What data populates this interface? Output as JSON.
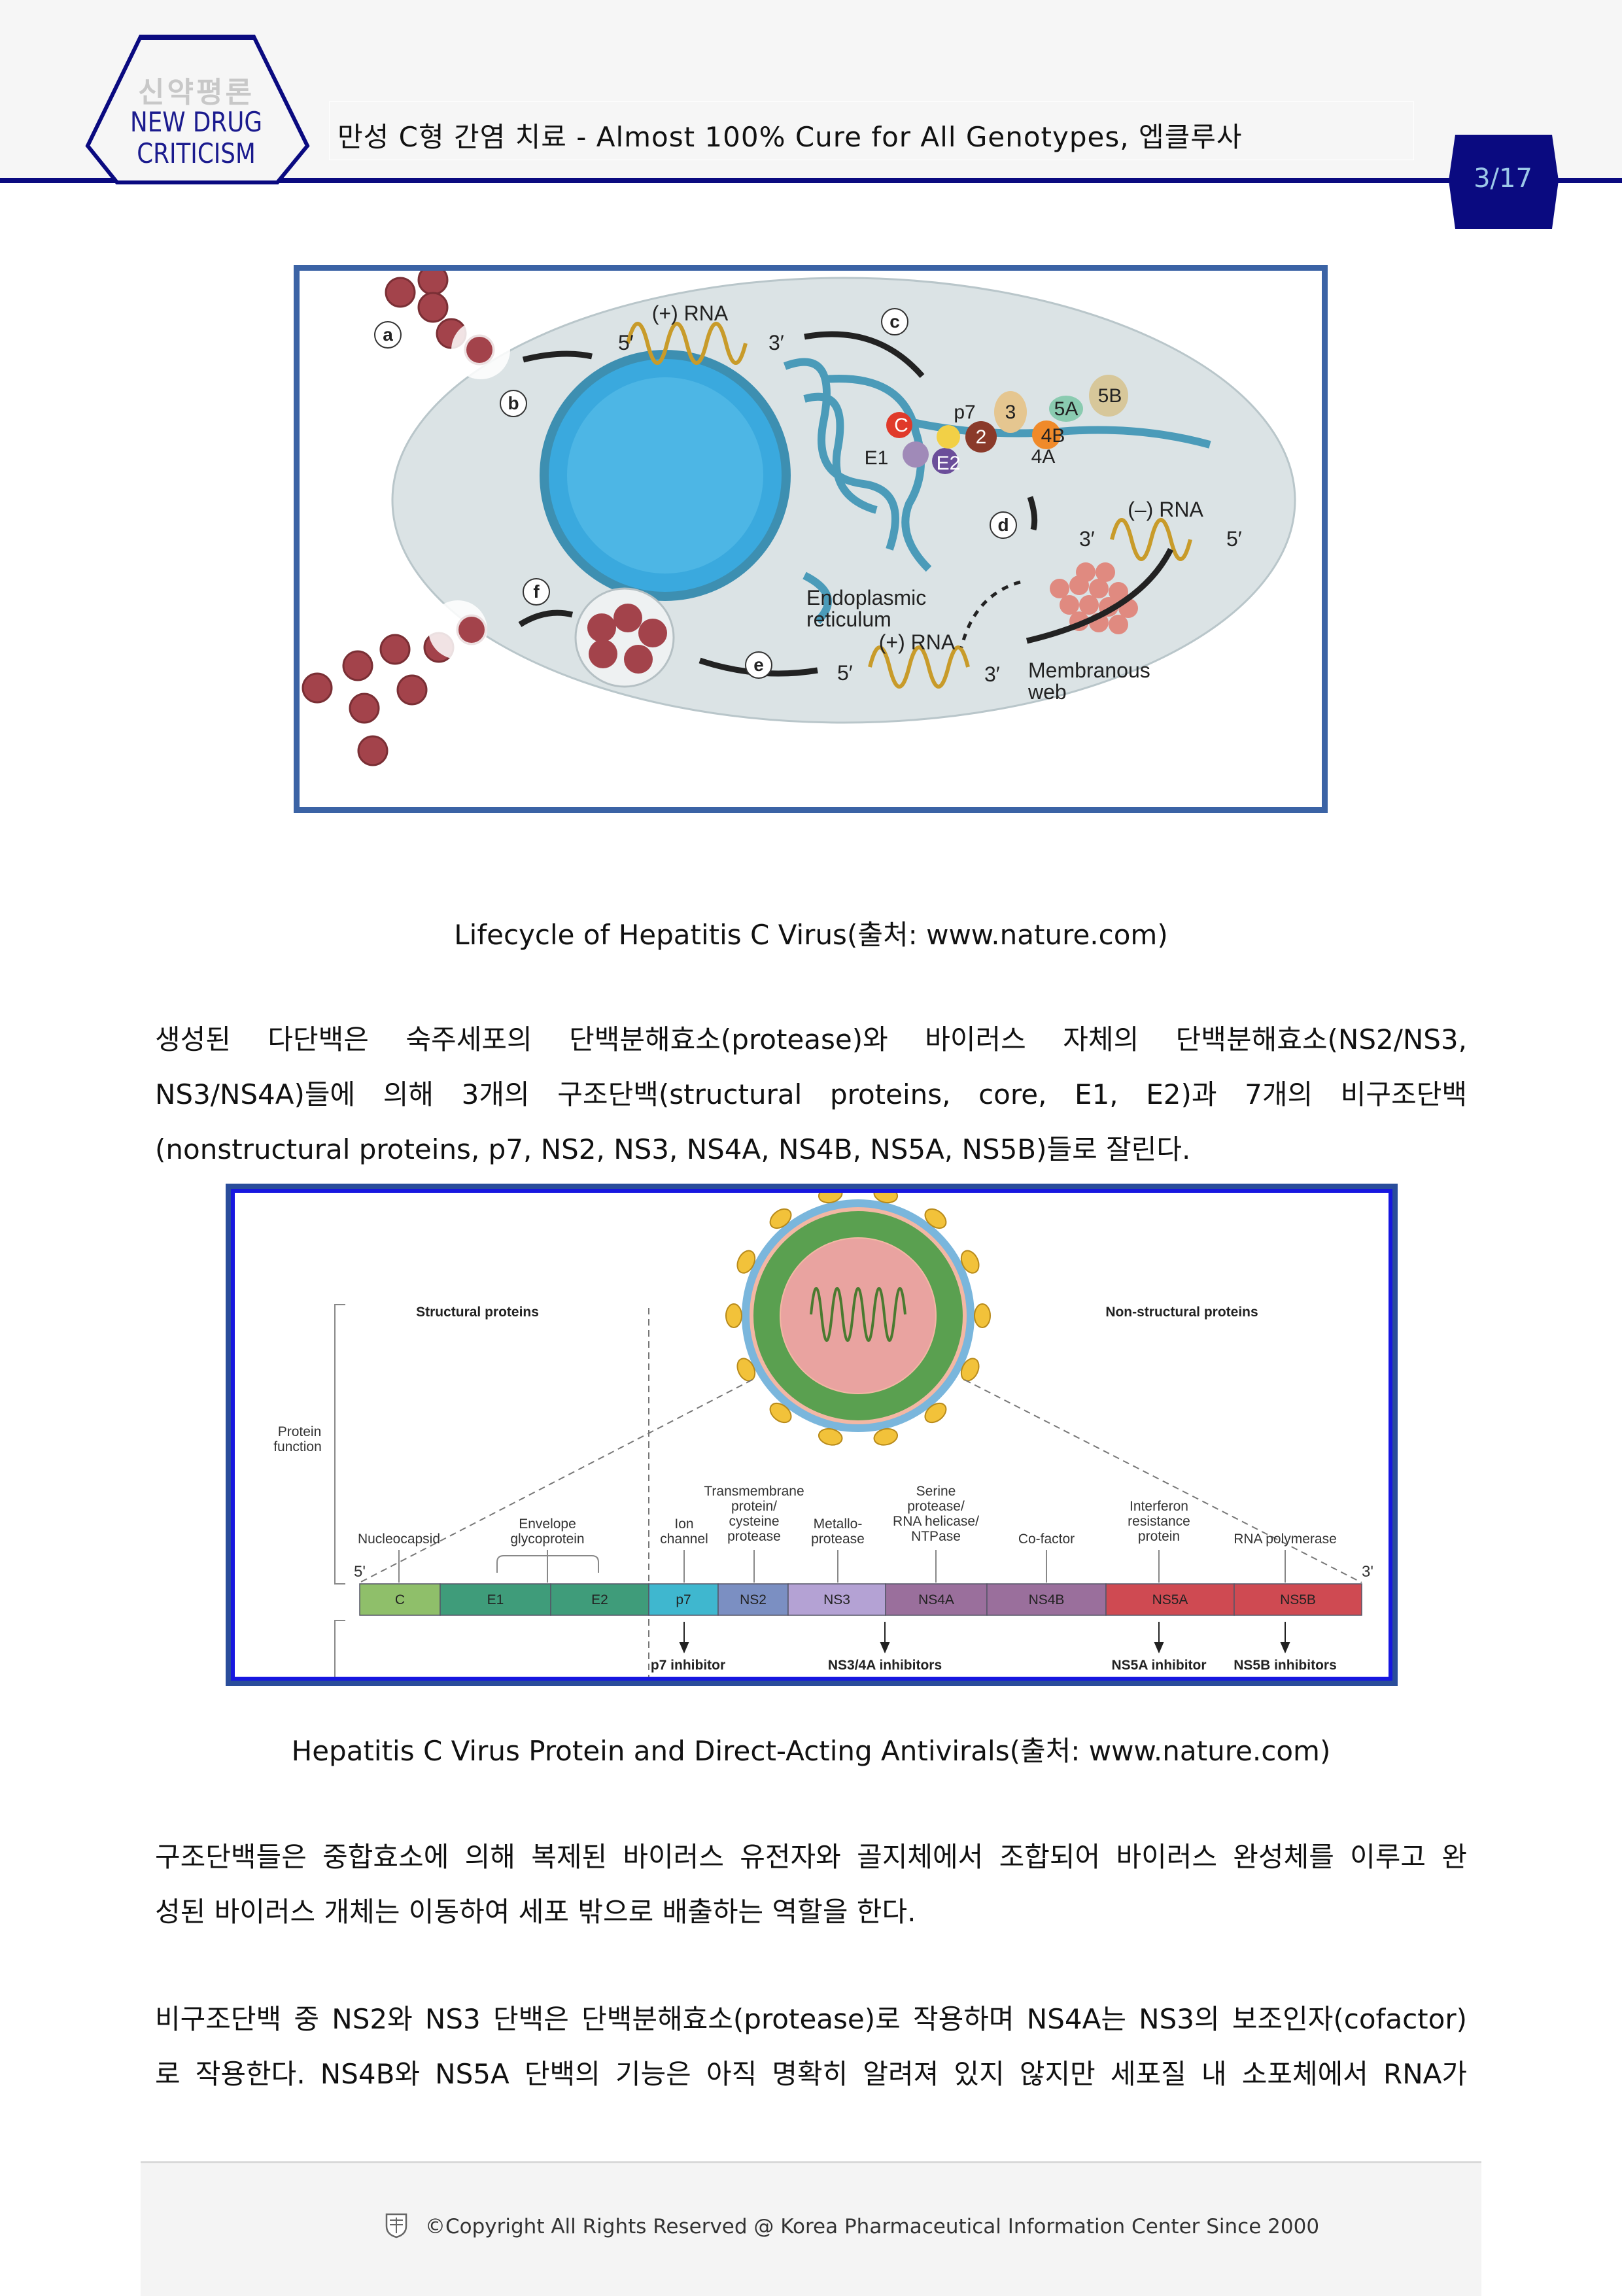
{
  "header": {
    "logo_korean": "신약평론",
    "logo_line1": "NEW DRUG",
    "logo_line2": "CRITICISM",
    "title": "만성 C형 간염 치료 - Almost 100% Cure for All Genotypes, 엡클루사",
    "page_number": "3/17",
    "accent_color": "#0a0a80"
  },
  "figure1": {
    "labels": {
      "a": "a",
      "b": "b",
      "c": "c",
      "d": "d",
      "e": "e",
      "f": "f",
      "plus_rna_top": "(+) RNA",
      "five_prime_top": "5′",
      "three_prime_top": "3′",
      "minus_rna": "(–) RNA",
      "three_prime_mid": "3′",
      "five_prime_mid": "5′",
      "er_line1": "Endoplasmic",
      "er_line2": "reticulum",
      "plus_rna_bottom": "(+) RNA",
      "five_prime_bottom": "5′",
      "three_prime_bottom": "3′",
      "web_line1": "Membranous",
      "web_line2": "web",
      "C": "C",
      "E1": "E1",
      "E2": "E2",
      "p7": "p7",
      "n2": "2",
      "n3": "3",
      "n4A": "4A",
      "n4B": "4B",
      "n5A": "5A",
      "n5B": "5B"
    },
    "caption": "Lifecycle of Hepatitis C Virus(출처: www.nature.com)"
  },
  "paragraph1": {
    "line1": "생성된 다단백은 숙주세포의 단백분해효소(protease)와 바이러스 자체의 단백분해효소(NS2/NS3,",
    "line2": "NS3/NS4A)들에 의해 3개의 구조단백(structural proteins, core, E1, E2)과 7개의 비구조단백",
    "line3": "(nonstructural proteins, p7, NS2, NS3, NS4A, NS4B, NS5A, NS5B)들로 잘린다."
  },
  "figure2": {
    "structural_title": "Structural proteins",
    "nonstructural_title": "Non-structural proteins",
    "protein_function_1": "Protein",
    "protein_function_2": "function",
    "five_prime": "5'",
    "three_prime": "3'",
    "segments": [
      "C",
      "E1",
      "E2",
      "p7",
      "NS2",
      "NS3",
      "NS4A",
      "NS4B",
      "NS5A",
      "NS5B"
    ],
    "functions": {
      "nucleocapsid": "Nucleocapsid",
      "envelope_1": "Envelope",
      "envelope_2": "glycoprotein",
      "ion_1": "Ion",
      "ion_2": "channel",
      "tm_1": "Transmembrane",
      "tm_2": "protein/",
      "tm_3": "cysteine",
      "tm_4": "protease",
      "metallo_1": "Metallo-",
      "metallo_2": "protease",
      "serine_1": "Serine",
      "serine_2": "protease/",
      "serine_3": "RNA helicase/",
      "serine_4": "NTPase",
      "cofactor": "Co-factor",
      "ifn_1": "Interferon",
      "ifn_2": "resistance",
      "ifn_3": "protein",
      "rnapol": "RNA polymerase"
    },
    "inhibitors": [
      "p7 inhibitor",
      "NS3/4A inhibitors",
      "NS5A inhibitor",
      "NS5B inhibitors"
    ],
    "caption": "Hepatitis C Virus Protein and Direct-Acting Antivirals(출처: www.nature.com)"
  },
  "paragraph2": {
    "line1": "구조단백들은 중합효소에 의해 복제된 바이러스 유전자와 골지체에서 조합되어 바이러스 완성체를 이루고 완",
    "line2": "성된 바이러스 개체는 이동하여 세포 밖으로 배출하는 역할을 한다."
  },
  "paragraph3": {
    "line1": "비구조단백 중 NS2와 NS3 단백은 단백분해효소(protease)로 작용하며 NS4A는 NS3의 보조인자(cofactor)",
    "line2": "로 작용한다. NS4B와 NS5A 단백의 기능은 아직 명확히 알려져 있지 않지만 세포질 내 소포체에서 RNA가"
  },
  "footer": {
    "copyright": "©Copyright All Rights Reserved @ Korea Pharmaceutical Information Center Since 2000"
  }
}
